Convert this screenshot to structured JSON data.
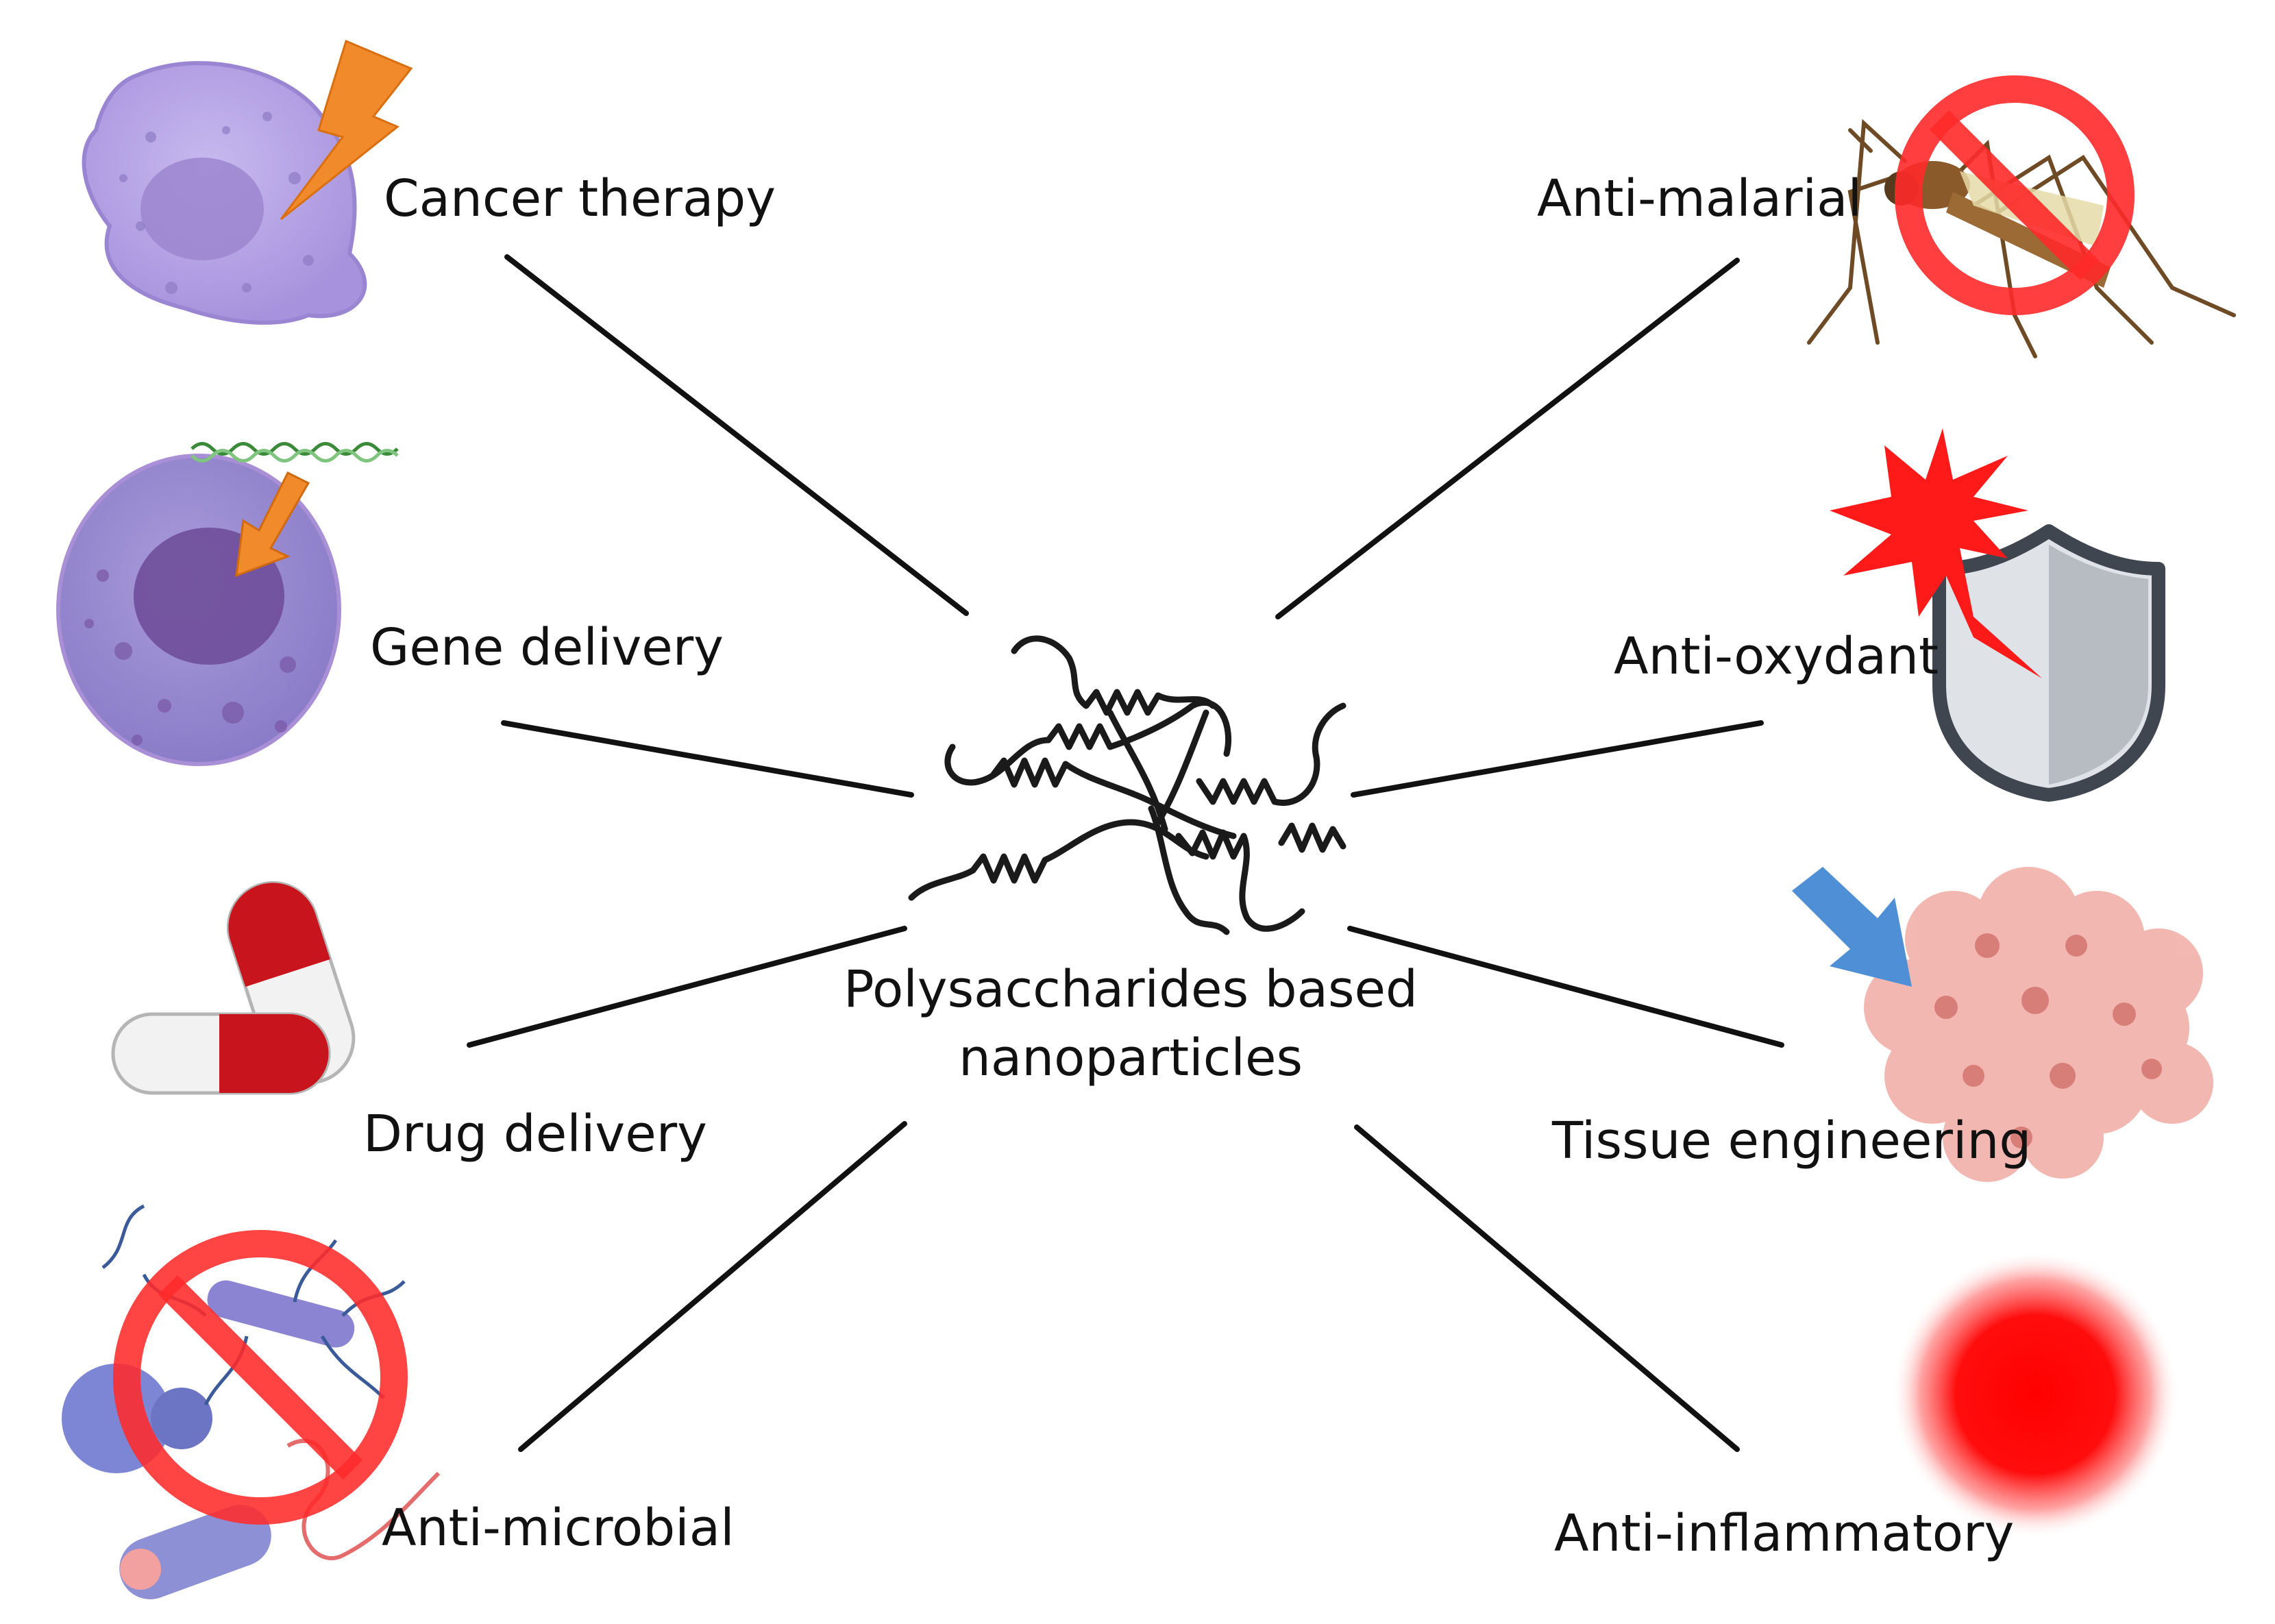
{
  "center": {
    "line1": "Polysaccharides based",
    "line2": "nanoparticles",
    "icon": "polymer-chains-icon"
  },
  "applications": [
    {
      "id": "cancer-therapy",
      "label": "Cancer therapy",
      "icon": "cancer-cell-lightning-icon"
    },
    {
      "id": "gene-delivery",
      "label": "Gene delivery",
      "icon": "cell-dna-icon"
    },
    {
      "id": "drug-delivery",
      "label": "Drug delivery",
      "icon": "capsule-pills-icon"
    },
    {
      "id": "anti-microbial",
      "label": "Anti-microbial",
      "icon": "no-bacteria-icon"
    },
    {
      "id": "anti-malarial",
      "label": "Anti-malarial",
      "icon": "no-mosquito-icon"
    },
    {
      "id": "anti-oxydant",
      "label": "Anti-oxydant",
      "icon": "shield-burst-icon"
    },
    {
      "id": "tissue-engineering",
      "label": "Tissue engineering",
      "icon": "tissue-cells-icon"
    },
    {
      "id": "anti-inflammatory",
      "label": "Anti-inflammatory",
      "icon": "red-glow-icon"
    }
  ],
  "colors": {
    "line": "#111111",
    "cell_purple": "#b9a9e6",
    "nucleus_purple": "#8f6fc1",
    "lightning_orange": "#f08a2a",
    "prohibit_red": "#ff2a2a",
    "capsule_red": "#c8141c",
    "shield_gray": "#3f4650",
    "tissue_pink": "#f2b0aa",
    "arrow_blue": "#4f8fd6",
    "glow_red": "#ff0000"
  }
}
